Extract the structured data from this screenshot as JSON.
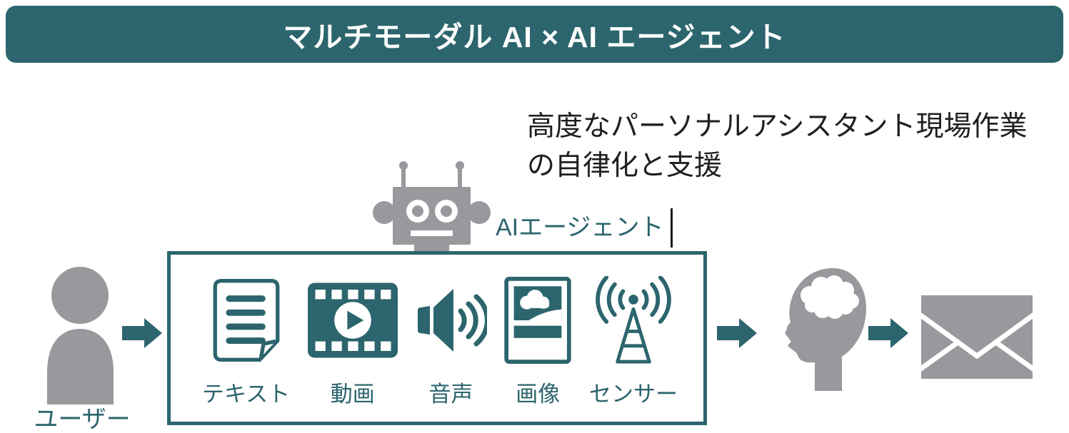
{
  "title": "マルチモーダル AI × AI エージェント",
  "annotation": {
    "line1": "高度なパーソナルアシスタント現場作業",
    "line2": "の自律化と支援"
  },
  "agent_label": "AIエージェント",
  "user_label": "ユーザー",
  "modalities": [
    {
      "label": "テキスト",
      "icon": "text-document-icon"
    },
    {
      "label": "動画",
      "icon": "video-icon"
    },
    {
      "label": "音声",
      "icon": "audio-icon"
    },
    {
      "label": "画像",
      "icon": "image-icon"
    },
    {
      "label": "センサー",
      "icon": "sensor-icon"
    }
  ],
  "colors": {
    "teal": "#2C656D",
    "gray": "#97999C",
    "text": "#1F1F1F",
    "background": "#FFFFFF"
  }
}
